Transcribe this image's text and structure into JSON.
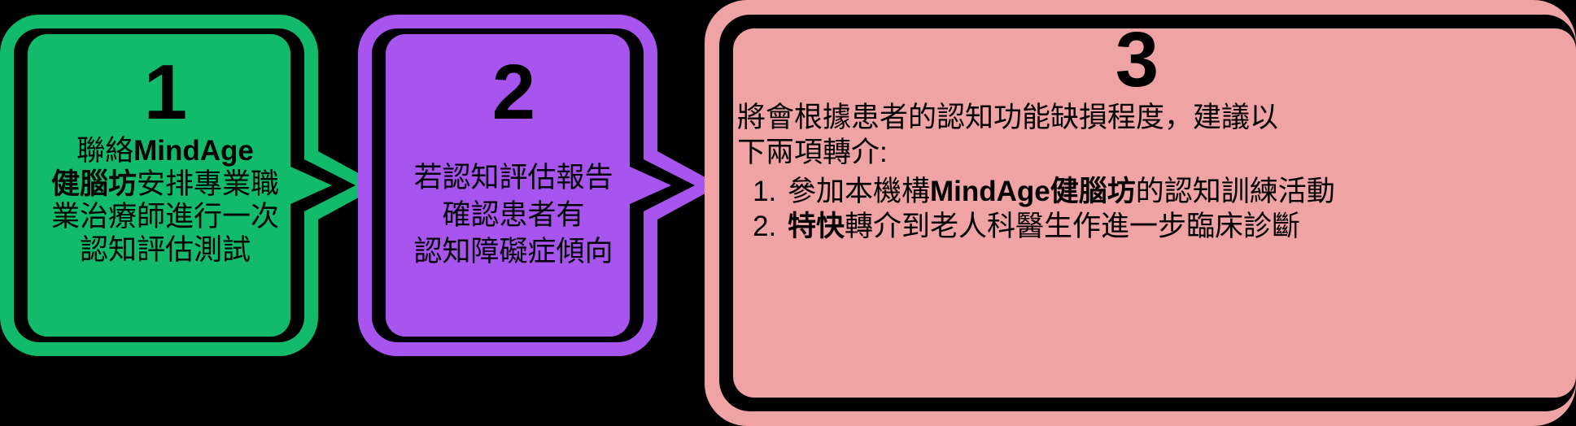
{
  "diagram": {
    "title_semantic": "three-step-referral-process",
    "colors": {
      "step1_green": "#12BA6B",
      "step2_purple": "#A855F0",
      "step3_pink": "#EFA3A5",
      "background_black": "#000000",
      "text_black": "#000000"
    }
  },
  "steps": [
    {
      "number": "1",
      "color": "#12BA6B",
      "lines": [
        {
          "segments": [
            {
              "text": "聯絡",
              "bold": false
            },
            {
              "text": "MindAge",
              "bold": true
            }
          ]
        },
        {
          "segments": [
            {
              "text": "健腦坊",
              "bold": true
            },
            {
              "text": "安排專業職",
              "bold": false
            }
          ]
        },
        {
          "segments": [
            {
              "text": "業治療師進行一次",
              "bold": false
            }
          ]
        },
        {
          "segments": [
            {
              "text": "認知評估測試",
              "bold": false
            }
          ]
        }
      ]
    },
    {
      "number": "2",
      "color": "#A855F0",
      "lines": [
        {
          "segments": [
            {
              "text": "若認知評估報告",
              "bold": false
            }
          ]
        },
        {
          "segments": [
            {
              "text": "確認患者有",
              "bold": false
            }
          ]
        },
        {
          "segments": [
            {
              "text": "認知障礙症傾向",
              "bold": false
            }
          ]
        }
      ]
    },
    {
      "number": "3",
      "color": "#EFA3A5",
      "intro_lines": [
        "將會根據患者的認知功能缺損程度，建議以",
        "下兩項轉介:"
      ],
      "list": [
        {
          "segments": [
            {
              "text": "參加本機構",
              "bold": false
            },
            {
              "text": "MindAge健腦坊",
              "bold": true
            },
            {
              "text": "的認知訓練活動",
              "bold": false
            }
          ]
        },
        {
          "segments": [
            {
              "text": "特快",
              "bold": true
            },
            {
              "text": "轉介到老人科醫生作進一步臨床診斷",
              "bold": false
            }
          ]
        }
      ]
    }
  ],
  "arrows": [
    {
      "name": "arrow-step1-to-step2",
      "color": "#12BA6B"
    },
    {
      "name": "arrow-step2-to-step3",
      "color": "#A855F0"
    }
  ]
}
